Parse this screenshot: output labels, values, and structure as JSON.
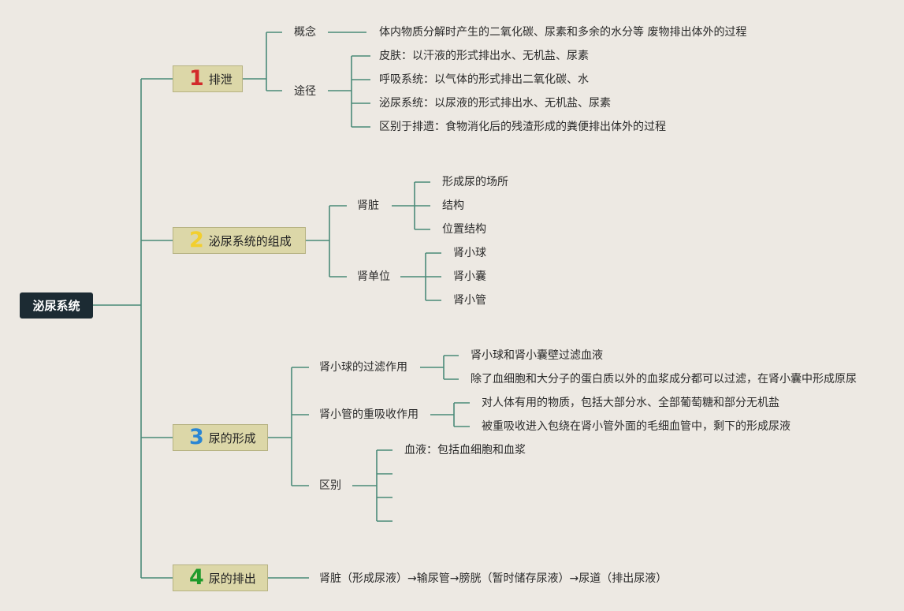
{
  "root": {
    "label": "泌尿系统"
  },
  "topics": [
    {
      "number": "1",
      "label": "排泄",
      "branches": [
        {
          "label": "概念",
          "items": [
            "体内物质分解时产生的二氧化碳、尿素和多余的水分等 废物排出体外的过程"
          ]
        },
        {
          "label": "途径",
          "items": [
            "皮肤：以汗液的形式排出水、无机盐、尿素",
            "呼吸系统：以气体的形式排出二氧化碳、水",
            "泌尿系统：以尿液的形式排出水、无机盐、尿素",
            "区别于排遗：食物消化后的残渣形成的粪便排出体外的过程"
          ]
        }
      ]
    },
    {
      "number": "2",
      "label": "泌尿系统的组成",
      "branches": [
        {
          "label": "肾脏",
          "items": [
            "形成尿的场所",
            "结构",
            "位置结构"
          ]
        },
        {
          "label": "肾单位",
          "items": [
            "肾小球",
            "肾小囊",
            "肾小管"
          ]
        }
      ]
    },
    {
      "number": "3",
      "label": "尿的形成",
      "branches": [
        {
          "label": "肾小球的过滤作用",
          "items": [
            "肾小球和肾小囊壁过滤血液",
            "除了血细胞和大分子的蛋白质以外的血浆成分都可以过滤，在肾小囊中形成原尿"
          ]
        },
        {
          "label": "肾小管的重吸收作用",
          "items": [
            "对人体有用的物质，包括大部分水、全部葡萄糖和部分无机盐",
            "被重吸收进入包绕在肾小管外面的毛细血管中，剩下的形成尿液"
          ]
        },
        {
          "label": "区别",
          "items": [
            "血液：包括血细胞和血浆",
            "",
            "",
            ""
          ]
        }
      ]
    },
    {
      "number": "4",
      "label": "尿的排出",
      "branches": [
        {
          "label": "肾脏（形成尿液）→输尿管→膀胱（暂时储存尿液）→尿道（排出尿液）",
          "items": []
        }
      ]
    }
  ],
  "colors": {
    "background": "#ede9e3",
    "line": "#4a8a78",
    "topic_fill": "#dcd7a8",
    "root_fill": "#1c2b33"
  }
}
